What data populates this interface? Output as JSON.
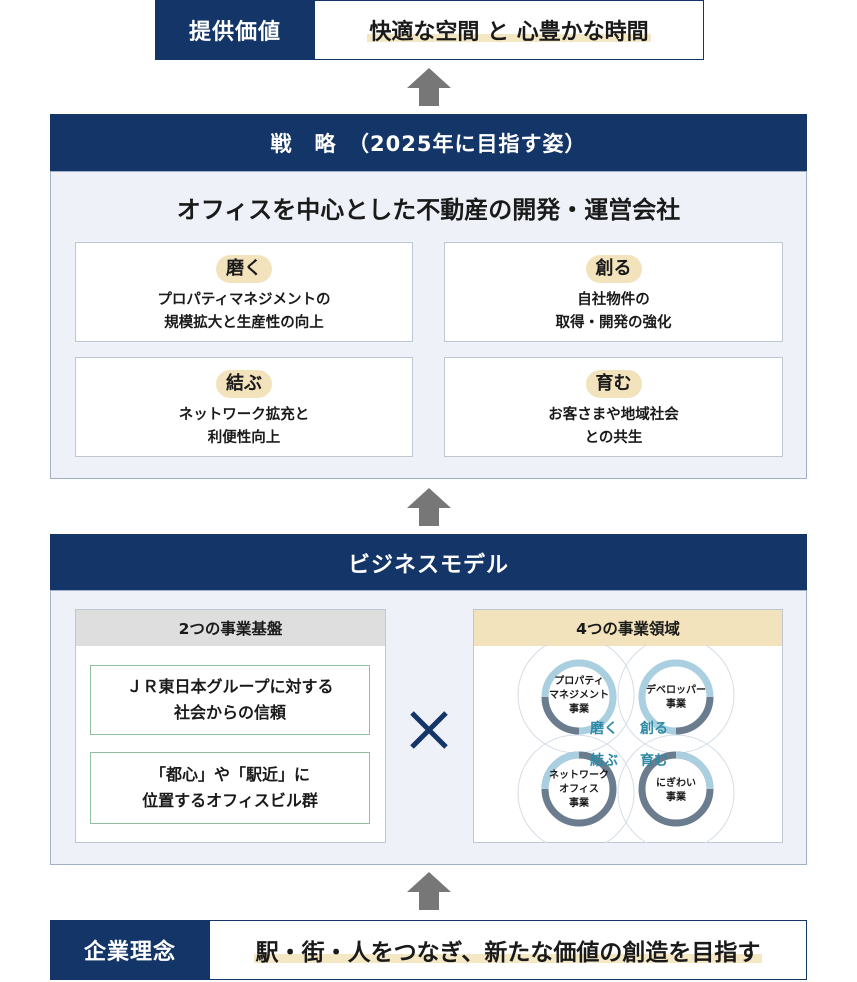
{
  "value": {
    "label": "提供価値",
    "text": "快適な空間 と 心豊かな時間"
  },
  "strategy": {
    "title": "戦　略　（2025年に目指す姿）",
    "subtitle": "オフィスを中心とした不動産の開発・運営会社",
    "cards": [
      {
        "tag": "磨く",
        "desc": "プロパティマネジメントの\n規模拡大と生産性の向上"
      },
      {
        "tag": "創る",
        "desc": "自社物件の\n取得・開発の強化"
      },
      {
        "tag": "結ぶ",
        "desc": "ネットワーク拡充と\n利便性向上"
      },
      {
        "tag": "育む",
        "desc": "お客さまや地域社会\nとの共生"
      }
    ]
  },
  "business_model": {
    "title": "ビジネスモデル",
    "foundations": {
      "title": "2つの事業基盤",
      "items": [
        "ＪＲ東日本グループに対する\n社会からの信頼",
        "「都心」や「駅近」に\n位置するオフィスビル群"
      ]
    },
    "times_symbol": "×",
    "domains": {
      "title": "4つの事業領域",
      "circles": [
        {
          "lines": [
            "プロパティ",
            "マネジメント",
            "事業"
          ]
        },
        {
          "lines": [
            "デベロッパー",
            "事業"
          ]
        },
        {
          "lines": [
            "ネットワーク",
            "オフィス",
            "事業"
          ]
        },
        {
          "lines": [
            "にぎわい",
            "事業"
          ]
        }
      ],
      "center_labels": [
        "磨く",
        "創る",
        "結ぶ",
        "育む"
      ]
    }
  },
  "philosophy": {
    "label": "企業理念",
    "text": "駅・街・人をつなぎ、新たな価値の創造を目指す"
  },
  "colors": {
    "navy": "#143568",
    "highlight": "#f4e7c4",
    "tag": "#f2e3bd",
    "arrow": "#777777",
    "ring_light": "#a9cfe0",
    "ring_dark": "#6b7c8e",
    "teal_label": "#2f8aa6"
  }
}
